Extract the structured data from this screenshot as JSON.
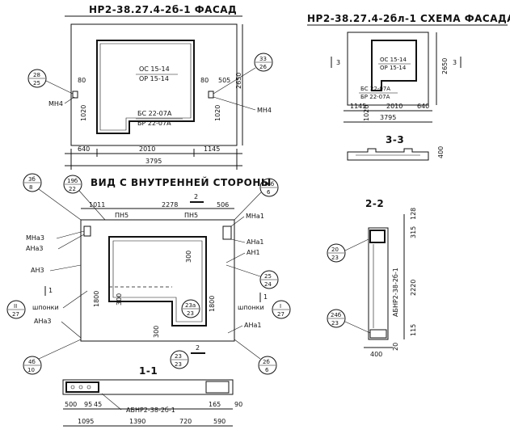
{
  "titles": {
    "facade": "НР2-38.27.4-2б-1 ФАСАД",
    "scheme": "НР2-38.27.4-2бл-1 СХЕМА ФАСАДА",
    "inside_view": "ВИД С ВНУТРЕННЕЙ СТОРОНЫ",
    "section_33": "3-3",
    "section_22": "2-2",
    "section_11": "1-1"
  },
  "facade": {
    "window_labels": [
      "ОС 15-14",
      "ОР 15-14"
    ],
    "door_labels": [
      "БС 22-07А",
      "БР 22-07А"
    ],
    "callouts_left": [
      "28",
      "25"
    ],
    "callouts_right": [
      "33",
      "26"
    ],
    "mark_left": "МН4",
    "mark_right": "МН4",
    "dims": {
      "d80l": "80",
      "d80r": "80",
      "d505": "505",
      "d1020l": "1020",
      "d1020r": "1020",
      "d2650": "2650",
      "b640": "640",
      "b2010": "2010",
      "b1145": "1145",
      "b3795": "3795"
    }
  },
  "scheme": {
    "window_labels": [
      "ОС 15-14",
      "ОР 15-14"
    ],
    "door_labels": [
      "БС 22-07А",
      "БР 22-07А"
    ],
    "dims": {
      "s1145": "1145",
      "s2010": "2010",
      "s640": "640",
      "s3795": "3795",
      "s1020": "1020",
      "s2650": "2650"
    },
    "cut_left": "3",
    "cut_right": "3",
    "s33_dim": "400"
  },
  "inside": {
    "callouts": {
      "c3b": [
        "3б",
        "8"
      ],
      "c19b": [
        "19б",
        "22"
      ],
      "c16b": [
        "16б",
        "6"
      ],
      "c25": [
        "25",
        "24"
      ],
      "c23a": [
        "23а",
        "23"
      ],
      "c4b": [
        "4б",
        "10"
      ],
      "c2b": [
        "2б",
        "6"
      ],
      "cII": [
        "II",
        "27"
      ],
      "cI": [
        "I",
        "27"
      ],
      "c2323": [
        "23",
        "23"
      ]
    },
    "cut_top": "2",
    "cut_bottom": "2",
    "cut_left": "1",
    "cut_right": "1",
    "labels_left": [
      "МНа3",
      "АНа3",
      "АН3",
      "шпонки",
      "АНа3"
    ],
    "labels_right": [
      "МНа1",
      "АНа1",
      "АН1",
      "шпонки",
      "АНа1"
    ],
    "pn_left": "ПН5",
    "pn_right": "ПН5",
    "dims": {
      "i1011": "1011",
      "i2278": "2278",
      "i506": "506",
      "i1800l": "1800",
      "i1800r": "1800",
      "i300a": "300",
      "i300b": "300",
      "i300c": "300"
    }
  },
  "sec22": {
    "label": "АБНР2-38-2б-1",
    "callouts": {
      "c20": [
        "20",
        "23"
      ],
      "c24b": [
        "24б",
        "23"
      ]
    },
    "dims": {
      "d128": "128",
      "d315": "315",
      "d2220": "2220",
      "d115": "115",
      "d20": "20",
      "d400": "400"
    }
  },
  "sec11": {
    "label": "АБНР2-38-2б-1",
    "dims": {
      "d500": "500",
      "d95": "95",
      "d45": "45",
      "d165": "165",
      "d90": "90",
      "d1095": "1095",
      "d1390": "1390",
      "d720": "720",
      "d590": "590"
    }
  }
}
